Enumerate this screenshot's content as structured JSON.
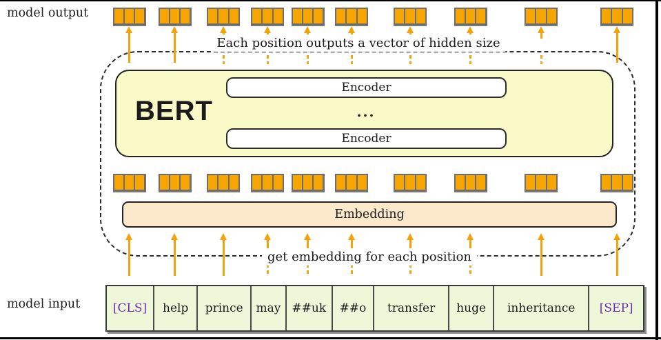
{
  "labels": {
    "output": "model output",
    "input": "model input"
  },
  "captions": {
    "top": "Each position outputs a vector of hidden size",
    "bottom": "get embedding for each position"
  },
  "bert": {
    "title": "BERT",
    "encoders": [
      "Encoder",
      "Encoder"
    ],
    "ellipsis": "..."
  },
  "embedding_label": "Embedding",
  "input_tokens": [
    {
      "text": "[CLS]",
      "special": true
    },
    {
      "text": "help",
      "special": false
    },
    {
      "text": "prince",
      "special": false
    },
    {
      "text": "may",
      "special": false
    },
    {
      "text": "##uk",
      "special": false
    },
    {
      "text": "##o",
      "special": false
    },
    {
      "text": "transfer",
      "special": false
    },
    {
      "text": "huge",
      "special": false
    },
    {
      "text": "inheritance",
      "special": false
    },
    {
      "text": "[SEP]",
      "special": true
    }
  ],
  "diagram": {
    "output_vector_count": 10,
    "hidden_vector_count": 10,
    "cells_per_vector": 3
  },
  "colors": {
    "accent_arrow": "#F2A30B",
    "vector_fill": "#F6A504",
    "vector_border": "#6E6E6E",
    "bert_bg": "#FAFAC8",
    "embedding_bg": "#FCE9CB",
    "input_cell_bg": "#EEF8D8",
    "special_token": "#6C2EB0",
    "text": "#1B1B1B"
  }
}
